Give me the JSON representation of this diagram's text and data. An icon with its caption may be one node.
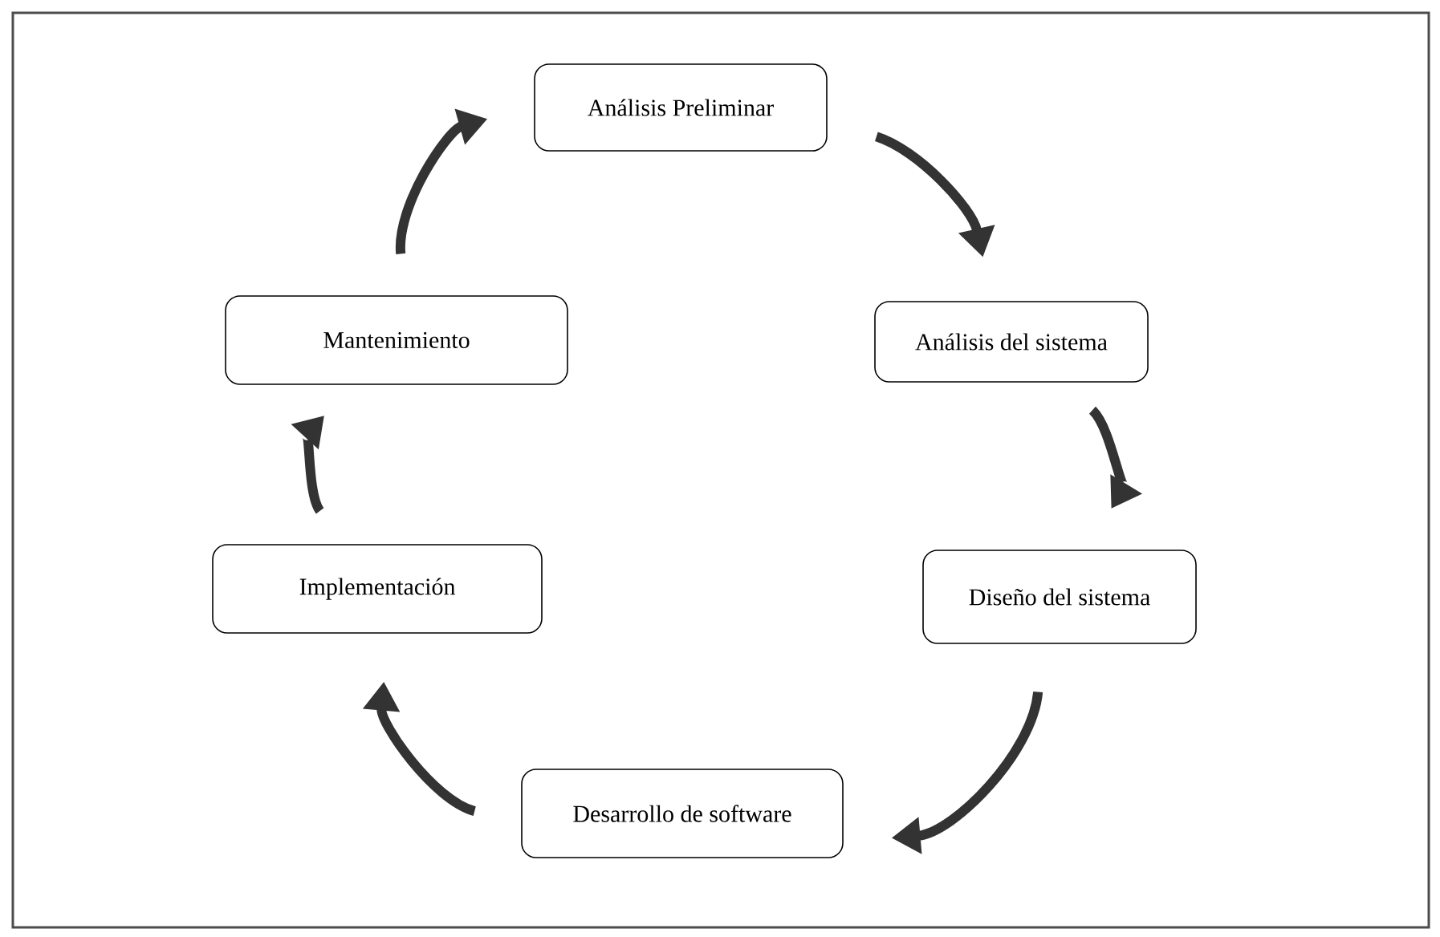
{
  "diagram": {
    "nodes": [
      {
        "text": [
          "Análisis Preliminar"
        ]
      },
      {
        "text": [
          "Análisis del sistema"
        ]
      },
      {
        "text": [
          "Diseño del sistema"
        ]
      },
      {
        "text": [
          "Desarrollo de software"
        ]
      },
      {
        "text": [
          "Implementación"
        ]
      },
      {
        "text": [
          "Mantenimiento"
        ]
      }
    ],
    "edges": [
      {
        "from": 0,
        "to": 1,
        "arrow": "to"
      },
      {
        "from": 1,
        "to": 2,
        "arrow": "to"
      },
      {
        "from": 2,
        "to": 3,
        "arrow": "to"
      },
      {
        "from": 3,
        "to": 4,
        "arrow": "to"
      },
      {
        "from": 4,
        "to": 5,
        "arrow": "to"
      },
      {
        "from": 5,
        "to": 0,
        "arrow": "to"
      }
    ]
  }
}
